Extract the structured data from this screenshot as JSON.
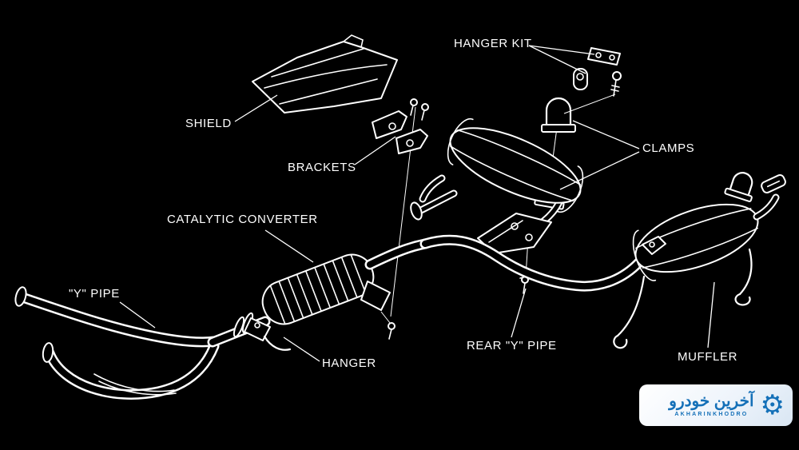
{
  "canvas": {
    "background": "#000000",
    "line_color": "#ffffff"
  },
  "diagram": {
    "name": "Exhaust system exploded parts diagram",
    "labels": [
      {
        "id": "shield",
        "text": "SHIELD"
      },
      {
        "id": "hanger_kit",
        "text": "HANGER KIT"
      },
      {
        "id": "brackets",
        "text": "BRACKETS"
      },
      {
        "id": "clamps",
        "text": "CLAMPS"
      },
      {
        "id": "catalytic_converter",
        "text": "CATALYTIC CONVERTER"
      },
      {
        "id": "y_pipe",
        "text": "\"Y\" PIPE"
      },
      {
        "id": "hanger",
        "text": "HANGER"
      },
      {
        "id": "rear_y_pipe",
        "text": "REAR \"Y\" PIPE"
      },
      {
        "id": "muffler",
        "text": "MUFFLER"
      }
    ]
  },
  "watermark": {
    "brand_fa": "آخرین خودرو",
    "brand_en": "AKHARINKHODRO",
    "accent_color": "#1470b8",
    "gear_icon": "⚙︎"
  }
}
